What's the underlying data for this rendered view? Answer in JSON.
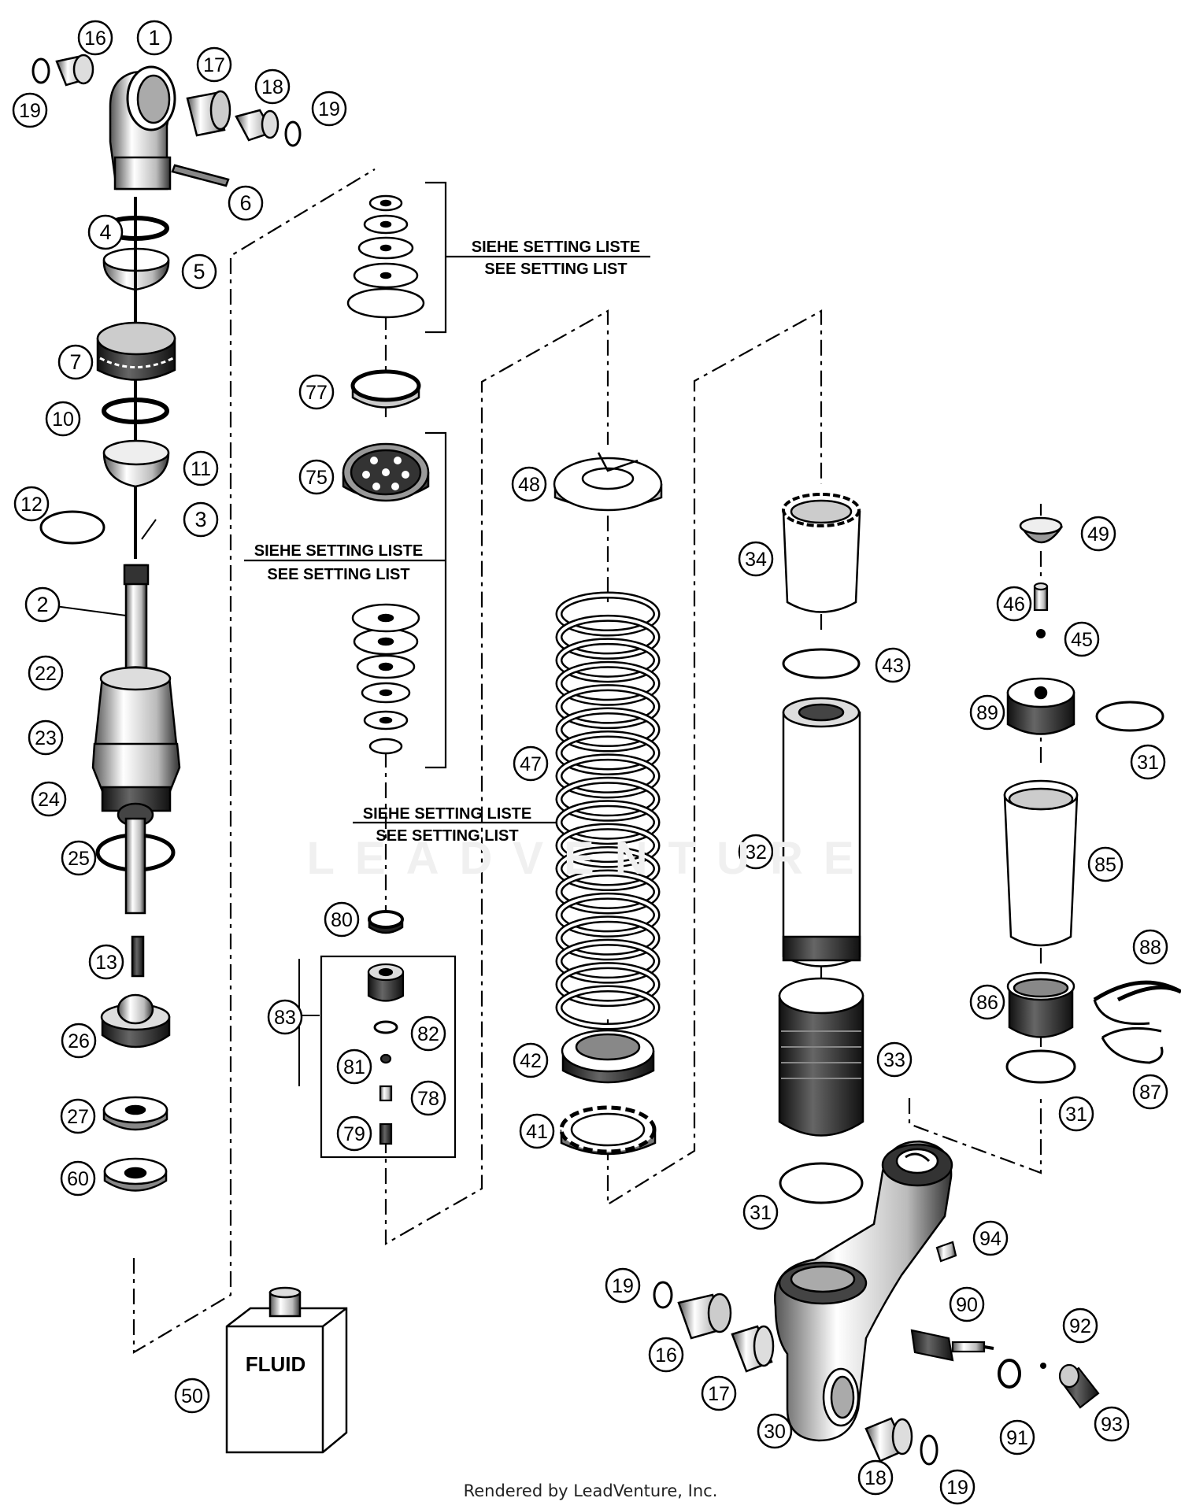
{
  "setting_notes": [
    {
      "line1": "SIEHE SETTING LISTE",
      "line2": "SEE SETTING LIST"
    },
    {
      "line1": "SIEHE SETTING LISTE",
      "line2": "SEE SETTING LIST"
    },
    {
      "line1": "SIEHE SETTING LISTE",
      "line2": "SEE SETTING LIST"
    }
  ],
  "fluid_label": "FLUID",
  "watermark": "LEADVENTURE",
  "footer": "Rendered by LeadVenture, Inc.",
  "callouts": [
    "1",
    "16",
    "17",
    "18",
    "19",
    "19",
    "6",
    "4",
    "5",
    "7",
    "10",
    "11",
    "12",
    "3",
    "2",
    "22",
    "23",
    "24",
    "25",
    "13",
    "26",
    "27",
    "60",
    "77",
    "75",
    "80",
    "83",
    "82",
    "81",
    "78",
    "79",
    "48",
    "47",
    "42",
    "41",
    "34",
    "43",
    "32",
    "33",
    "31",
    "49",
    "46",
    "45",
    "89",
    "31",
    "85",
    "88",
    "86",
    "87",
    "31",
    "94",
    "19",
    "16",
    "17",
    "90",
    "92",
    "91",
    "93",
    "30",
    "18",
    "19",
    "50"
  ]
}
